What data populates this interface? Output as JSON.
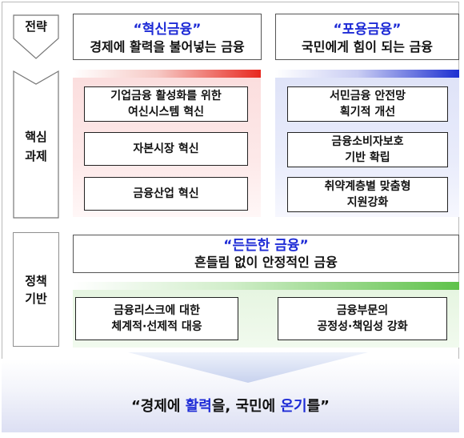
{
  "sides": {
    "strategy": "전략",
    "core": [
      "핵심",
      "과제"
    ],
    "policy": [
      "정책",
      "기반"
    ]
  },
  "innovation": {
    "quote": "“혁신금융”",
    "subtitle": "경제에 활력을 불어넣는 금융",
    "tasks": [
      "기업금융 활성화를 위한\n여신시스템 혁신",
      "자본시장 혁신",
      "금융산업 혁신"
    ],
    "accent": "#e8281f"
  },
  "inclusive": {
    "quote": "“포용금융”",
    "subtitle": "국민에게 힘이 되는 금융",
    "tasks": [
      "서민금융 안전망\n획기적 개선",
      "금융소비자보호\n기반 확립",
      "취약계층별 맞춤형\n지원강화"
    ],
    "accent": "#1d2fd1"
  },
  "foundation": {
    "quote": "“든든한 금융”",
    "subtitle": "흔들림 없이 안정적인 금융",
    "tasks": [
      "금융리스크에 대한\n체계적·선제적 대응",
      "금융부문의\n공정성·책임성 강화"
    ],
    "accent": "#5fc24a"
  },
  "slogan": {
    "p1": "“경제에 ",
    "h1": "활력",
    "p2": "을, 국민에 ",
    "h2": "온기",
    "p3": "를”"
  }
}
